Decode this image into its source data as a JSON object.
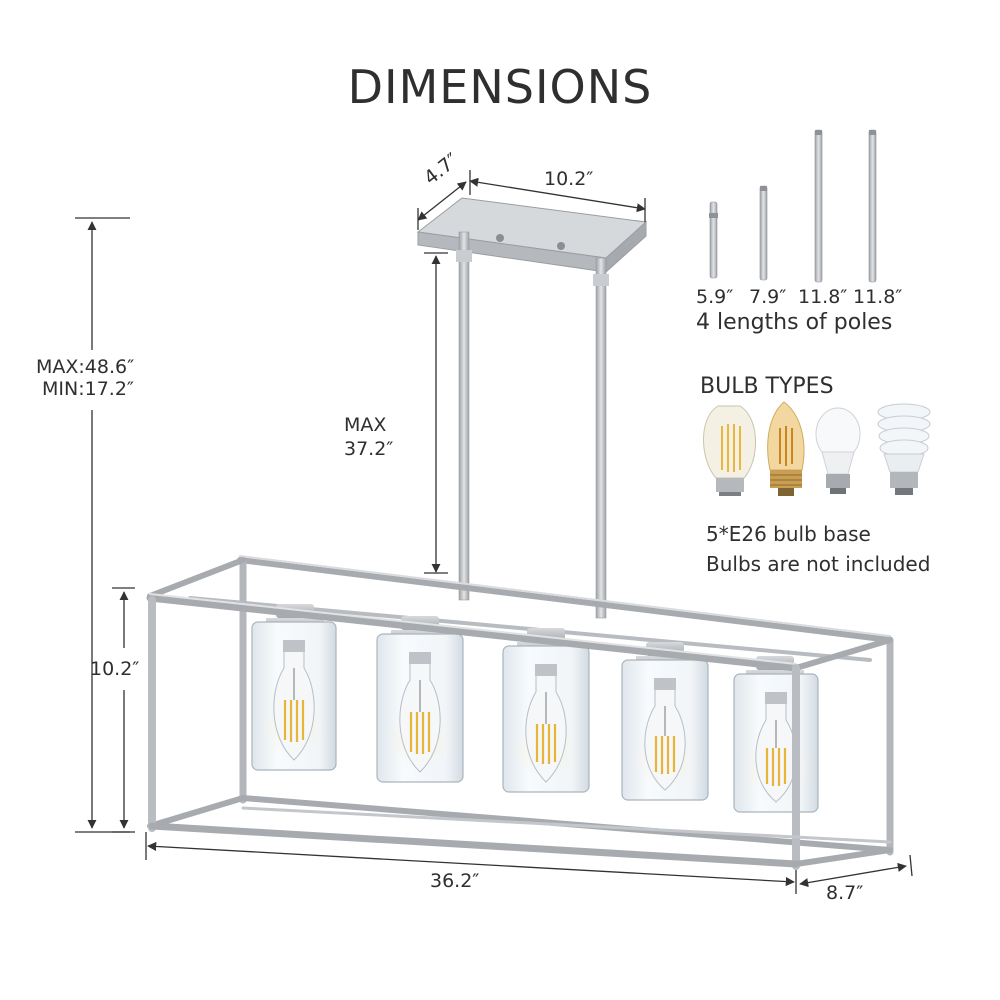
{
  "title": "DIMENSIONS",
  "dimensions": {
    "canopy_depth": "4.7″",
    "canopy_width": "10.2″",
    "overall_max": "MAX:48.6″",
    "overall_min": "MIN:17.2″",
    "pole_max_label": "MAX",
    "pole_max_value": "37.2″",
    "frame_height": "10.2″",
    "frame_length": "36.2″",
    "frame_depth": "8.7″"
  },
  "poles": {
    "lengths": [
      "5.9″",
      "7.9″",
      "11.8″",
      "11.8″"
    ],
    "caption": "4 lengths of poles"
  },
  "bulbs": {
    "heading": "BULB TYPES",
    "types": [
      "edison-st64-bulb-icon",
      "candle-bulb-icon",
      "a19-led-bulb-icon",
      "spiral-cfl-bulb-icon"
    ],
    "base_note": "5*E26 bulb base",
    "included_note": "Bulbs are not included"
  },
  "colors": {
    "metal": "#b8bcc0",
    "metal_dark": "#8e9296",
    "glass": "#eef3f7",
    "filament": "#f2c84b",
    "text": "#2f2f2f"
  }
}
